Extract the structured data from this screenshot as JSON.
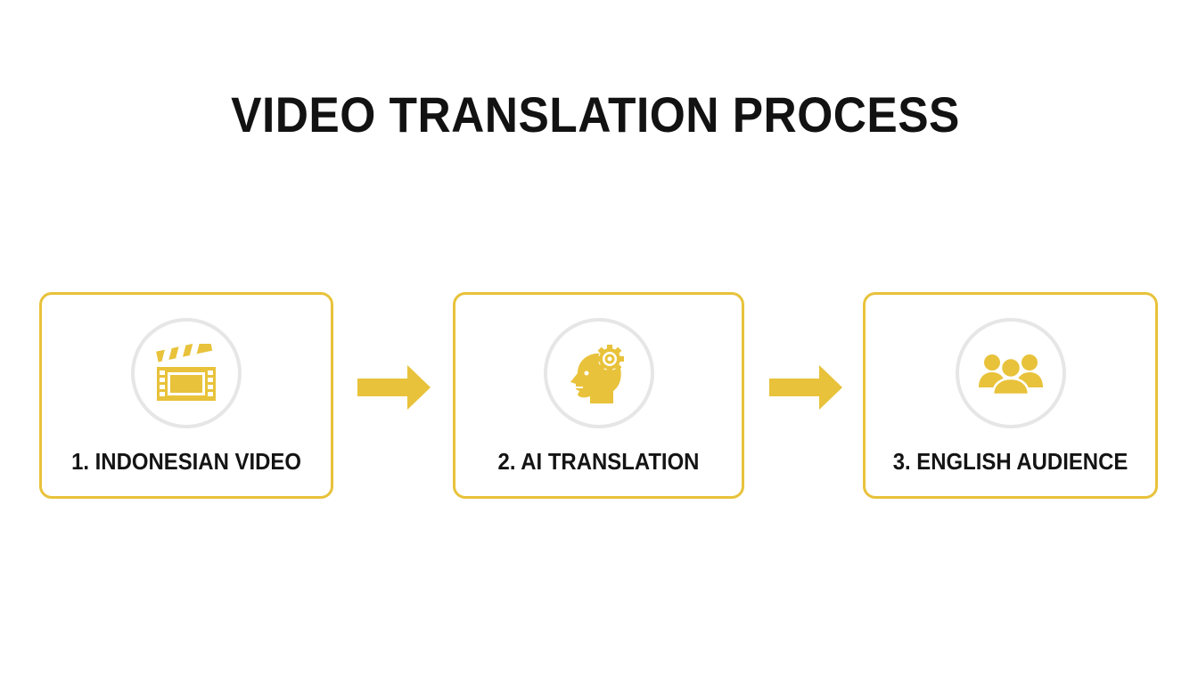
{
  "title": "VIDEO TRANSLATION PROCESS",
  "accent_color": "#E8C23A",
  "steps": [
    {
      "label": "1. INDONESIAN VIDEO",
      "icon": "clapperboard-icon"
    },
    {
      "label": "2. AI TRANSLATION",
      "icon": "head-gear-icon"
    },
    {
      "label": "3. ENGLISH AUDIENCE",
      "icon": "audience-icon"
    }
  ],
  "connectors": [
    {
      "icon": "arrow-right-icon"
    },
    {
      "icon": "arrow-right-icon"
    }
  ]
}
